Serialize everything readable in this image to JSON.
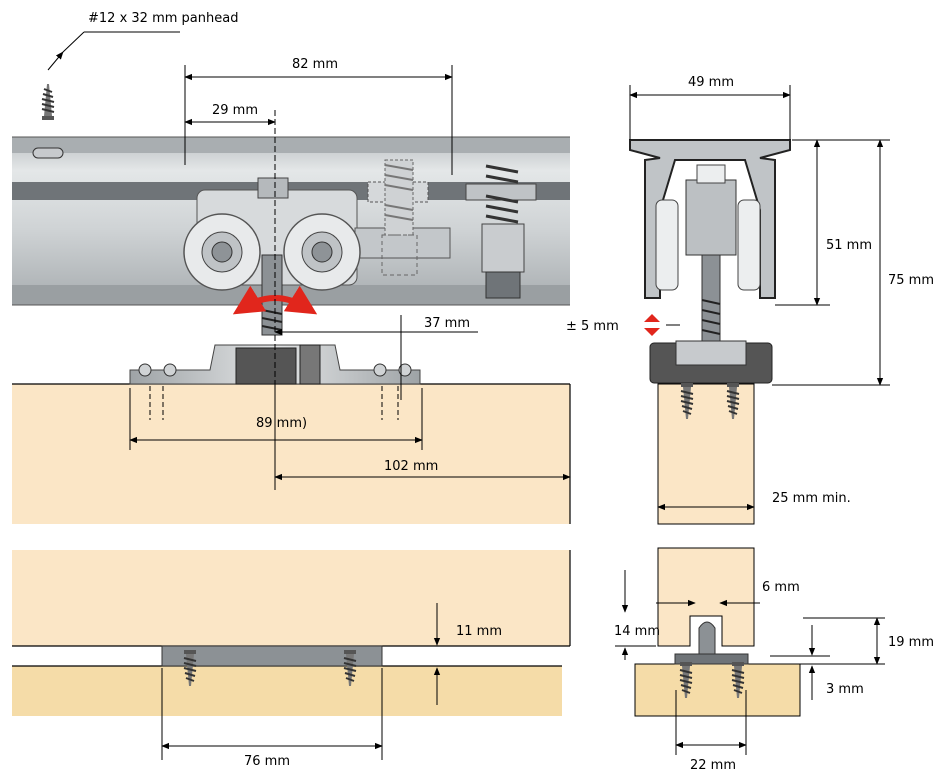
{
  "colors": {
    "wood_light": "#fbe6c6",
    "wood_mid": "#f5dca8",
    "wood_floor": "#f3d49a",
    "rail_dark": "#9aa0a4",
    "rail_light": "#d8dcde",
    "metal": "#c7cacd",
    "metal_dark": "#8c9195",
    "arrow_red": "#e1261c"
  },
  "icons": {
    "screw": "screw-icon",
    "rotate": "rotate-arrow-icon",
    "adjust": "adjust-arrows-icon"
  },
  "labels": {
    "screw_spec": "#12 x 32 mm panhead",
    "dim_82": "82 mm",
    "dim_29": "29 mm",
    "dim_37": "37 mm",
    "dim_89": "89 mm)",
    "dim_102": "102 mm",
    "dim_49": "49 mm",
    "dim_51": "51 mm",
    "dim_75": "75 mm",
    "dim_adjust": "± 5 mm",
    "dim_25": "25 mm min.",
    "dim_11": "11 mm",
    "dim_76": "76 mm",
    "dim_6": "6 mm",
    "dim_14": "14 mm",
    "dim_19": "19 mm",
    "dim_3": "3 mm",
    "dim_22": "22 mm"
  }
}
